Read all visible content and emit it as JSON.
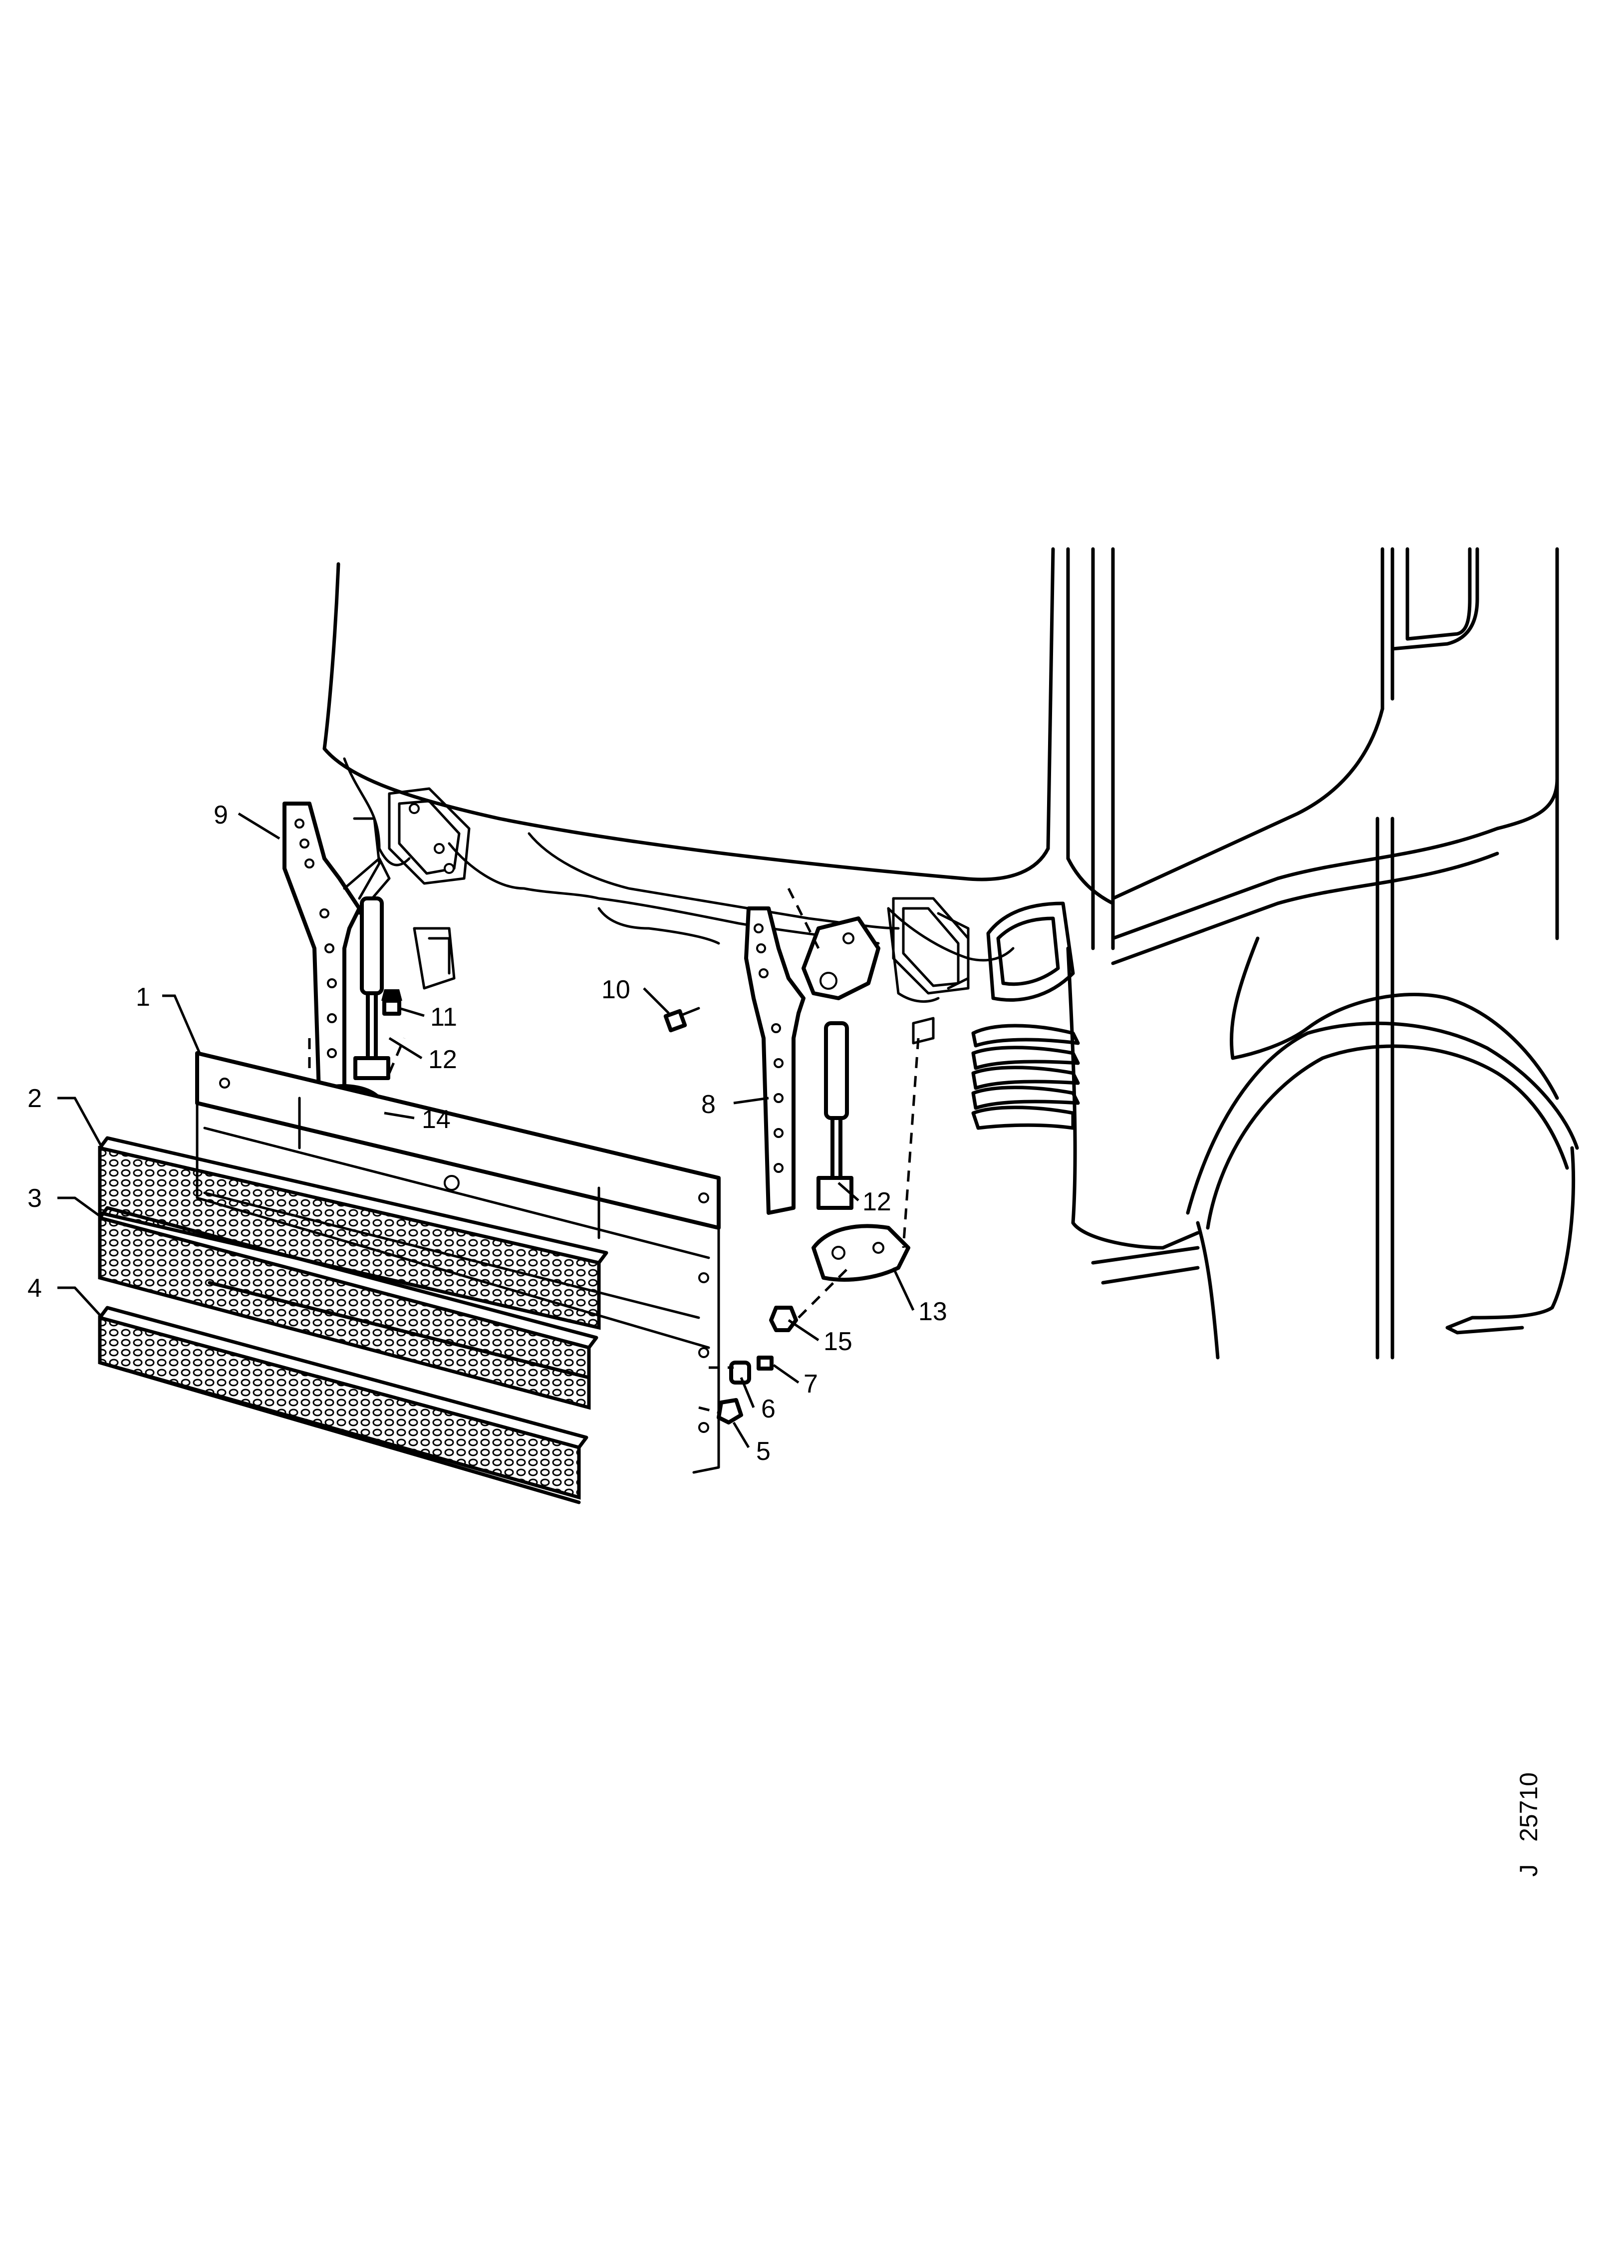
{
  "figure": {
    "reference_number": "25710",
    "reference_mark": "J"
  },
  "callouts": [
    {
      "label": "1",
      "part": "grille-frame"
    },
    {
      "label": "2",
      "part": "grille-panel-upper"
    },
    {
      "label": "3",
      "part": "grille-panel-middle"
    },
    {
      "label": "4",
      "part": "grille-panel-lower"
    },
    {
      "label": "5",
      "part": "nut"
    },
    {
      "label": "6",
      "part": "bushing"
    },
    {
      "label": "7",
      "part": "screw"
    },
    {
      "label": "8",
      "part": "hinge-arm-right"
    },
    {
      "label": "9",
      "part": "hinge-arm-left"
    },
    {
      "label": "10",
      "part": "bolt"
    },
    {
      "label": "11",
      "part": "nut"
    },
    {
      "label": "12",
      "part": "gas-strut"
    },
    {
      "label": "12",
      "part": "gas-strut"
    },
    {
      "label": "13",
      "part": "mounting-bracket"
    },
    {
      "label": "14",
      "part": "bracket"
    },
    {
      "label": "15",
      "part": "nut"
    }
  ]
}
